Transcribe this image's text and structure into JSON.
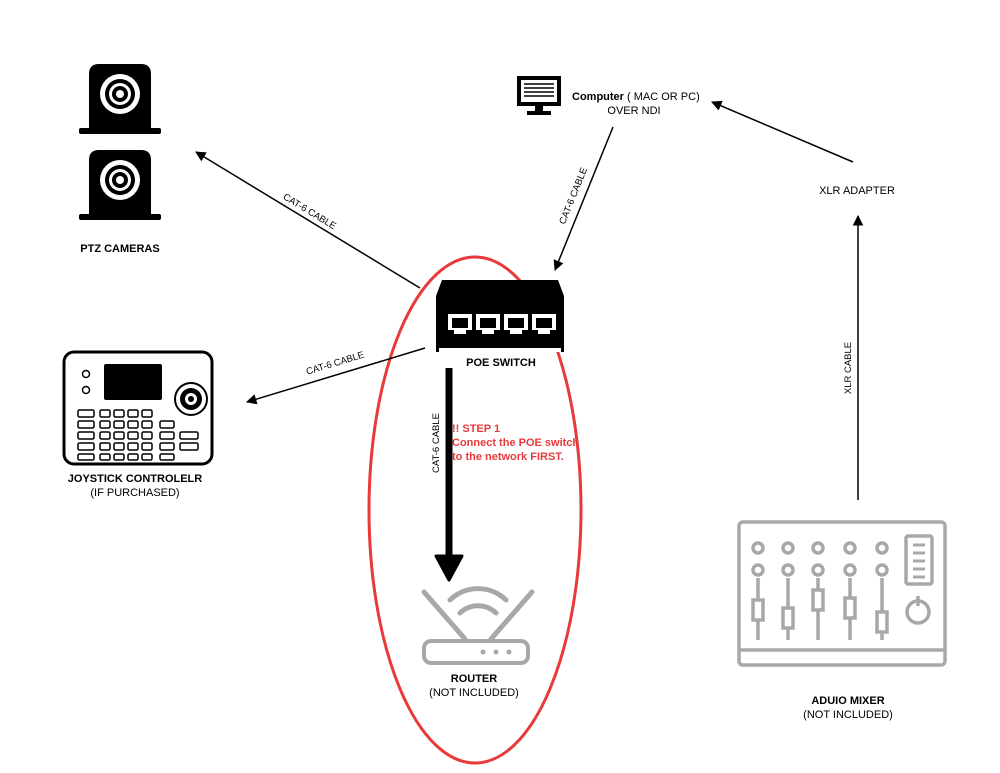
{
  "colors": {
    "accent_red": "#e83a3a",
    "grey_icon": "#a8a8a8",
    "ink": "#000000"
  },
  "nodes": {
    "ptz_cameras": {
      "label": "PTZ CAMERAS",
      "icon": "ptz-camera-icon"
    },
    "computer": {
      "label_bold": "Computer",
      "label_rest": " ( MAC OR PC)",
      "sublabel": "OVER NDI",
      "icon": "monitor-icon"
    },
    "poe_switch": {
      "label": "POE SWITCH",
      "icon": "network-switch-icon"
    },
    "joystick": {
      "label": "JOYSTICK CONTROLELR",
      "sublabel": "(IF PURCHASED)",
      "icon": "joystick-controller-icon"
    },
    "router": {
      "label": "ROUTER",
      "sublabel": "(NOT INCLUDED)",
      "icon": "router-icon"
    },
    "xlr_adapter": {
      "label": "XLR ADAPTER"
    },
    "audio_mixer": {
      "label": "ADUIO MIXER",
      "sublabel": "(NOT INCLUDED)",
      "icon": "audio-mixer-icon"
    }
  },
  "edges": {
    "switch_to_cameras": "CAT-6 CABLE",
    "computer_to_switch": "CAT-6 CABLE",
    "switch_to_joystick": "CAT-6 CABLE",
    "switch_to_router": "CAT-6 CABLE",
    "mixer_to_adapter": "XLR CABLE"
  },
  "step": {
    "title": "!! STEP 1",
    "line1": "Connect the POE switch",
    "line2": "to the network FIRST."
  }
}
